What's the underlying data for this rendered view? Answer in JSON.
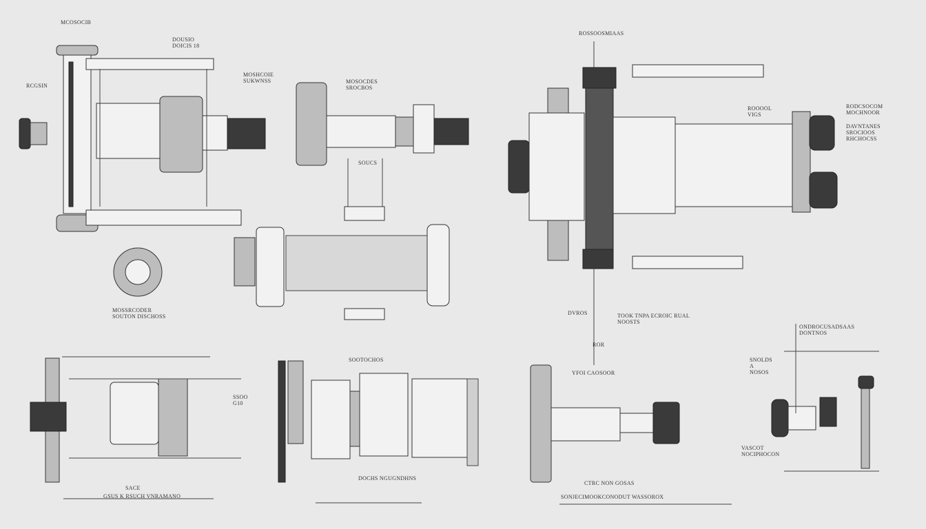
{
  "labels": [
    "MCOSOCIB",
    "DOUSIO\nDOICIS 18",
    "RCGSIN",
    "MOSHCOIE\nSUKWNSS",
    "MOSOCDES\nSROCBOS",
    "SOUCS",
    "MOSSRCODER\nSOUTON DISCHOSS",
    "ROSSOOSMIAAS",
    "ROOOOL\nVIGS",
    "RODCSOCOM\nMOCHNOOR",
    "DAVNTANES\nSROCIOOS\nRHCHOCSS",
    "DVROS",
    "TOOK TNPA ECROIC RUAL\nNOOSTS",
    "ROR",
    "YFOI CAOSOOR",
    "ONDROCUSADSAAS\nDONTNOS",
    "SNOLDS\nA\nNOSOS",
    "VASCOT\nNOCIPHOCON",
    "SSOO\nG10",
    "SACE",
    "GSUS K RSUCH VNRAMANO",
    "SOOTOCHOS",
    "DOCHS NGUGNDHNS",
    "CTRC NON GOSAS",
    "SONJECIMOOKCONODUT WASSOROX"
  ]
}
